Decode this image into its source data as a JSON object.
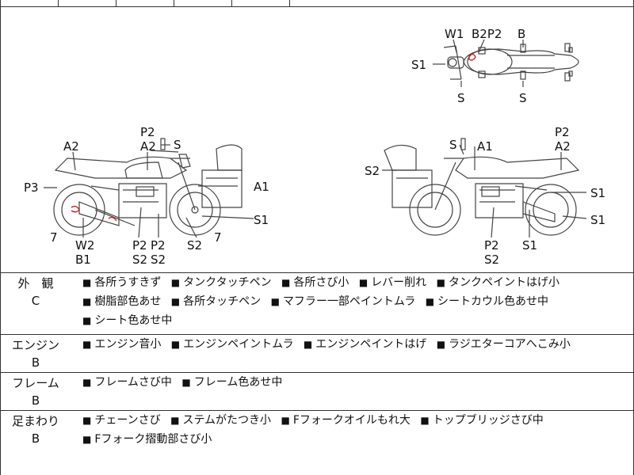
{
  "diagram": {
    "right_top": {
      "W1": "W1",
      "B2P2": "B2P2",
      "B": "B",
      "S1": "S1",
      "S_left": "S",
      "S_right": "S"
    },
    "left_bike": {
      "P2_top": "P2",
      "A2_mid": "A2",
      "S_top": "S",
      "A2_left": "A2",
      "P3": "P3",
      "A1": "A1",
      "S1": "S1",
      "num7_left": "7",
      "num7_right": "7",
      "W2": "W2",
      "B1": "B1",
      "P2a": "P2",
      "P2b": "P2",
      "S2a": "S2",
      "S2b": "S2",
      "S2_front": "S2"
    },
    "right_bike": {
      "S_top": "S",
      "A1": "A1",
      "P2": "P2",
      "A2": "A2",
      "S2_left": "S2",
      "S1_a": "S1",
      "S1_b": "S1",
      "P2_bottom": "P2",
      "S2_bottom": "S2",
      "S1_c": "S1"
    }
  },
  "sections": [
    {
      "category": "外　観",
      "grade": "C",
      "items": [
        "各所うすきず",
        "タンクタッチペン",
        "各所さび小",
        "レバー削れ",
        "タンクペイントはげ小",
        "樹脂部色あせ",
        "各所タッチペン",
        "マフラー一部ペイントムラ",
        "シートカウル色あせ中",
        "シート色あせ中"
      ]
    },
    {
      "category": "エンジン",
      "grade": "B",
      "items": [
        "エンジン音小",
        "エンジンペイントムラ",
        "エンジンペイントはげ",
        "ラジエターコアへこみ小"
      ]
    },
    {
      "category": "フレーム",
      "grade": "B",
      "items": [
        "フレームさび中",
        "フレーム色あせ中"
      ]
    },
    {
      "category": "足まわり",
      "grade": "B",
      "items": [
        "チェーンさび",
        "ステムがたつき小",
        "Fフォークオイルもれ大",
        "トップブリッジさび中",
        "Fフォーク摺動部さび小"
      ]
    }
  ],
  "colors": {
    "line": "#333333",
    "mark": "#cc2222"
  }
}
